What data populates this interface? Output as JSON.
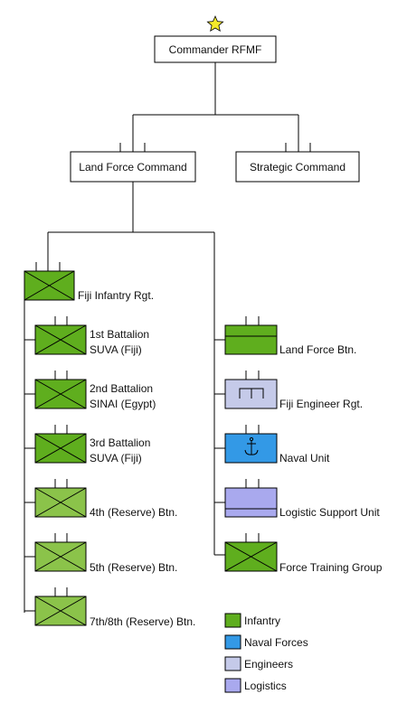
{
  "colors": {
    "infantry": "#5fae1e",
    "infantry_reserve": "#8bc34a",
    "naval": "#3399e6",
    "engineers": "#c5cae9",
    "logistics": "#a9a9ee",
    "star": "#f5ea2a"
  },
  "command": {
    "commander": "Commander RFMF",
    "land_force": "Land Force Command",
    "strategic": "Strategic Command"
  },
  "units": {
    "fiji_infantry": "Fiji Infantry Rgt.",
    "bn1_line1": "1st Battalion",
    "bn1_line2": "SUVA (Fiji)",
    "bn2_line1": "2nd Battalion",
    "bn2_line2": "SINAI (Egypt)",
    "bn3_line1": "3rd Battalion",
    "bn3_line2": "SUVA (Fiji)",
    "bn4": "4th (Reserve) Btn.",
    "bn5": "5th (Reserve) Btn.",
    "bn78": "7th/8th (Reserve) Btn.",
    "land_force_btn": "Land Force Btn.",
    "engineer_rgt": "Fiji Engineer Rgt.",
    "naval_unit": "Naval Unit",
    "logistic_support": "Logistic Support Unit",
    "force_training": "Force Training Group"
  },
  "legend": {
    "infantry": "Infantry",
    "naval": "Naval Forces",
    "engineers": "Engineers",
    "logistics": "Logistics"
  },
  "icons": [
    "star-icon",
    "infantry-symbol",
    "engineer-symbol",
    "anchor-icon",
    "logistics-symbol"
  ]
}
